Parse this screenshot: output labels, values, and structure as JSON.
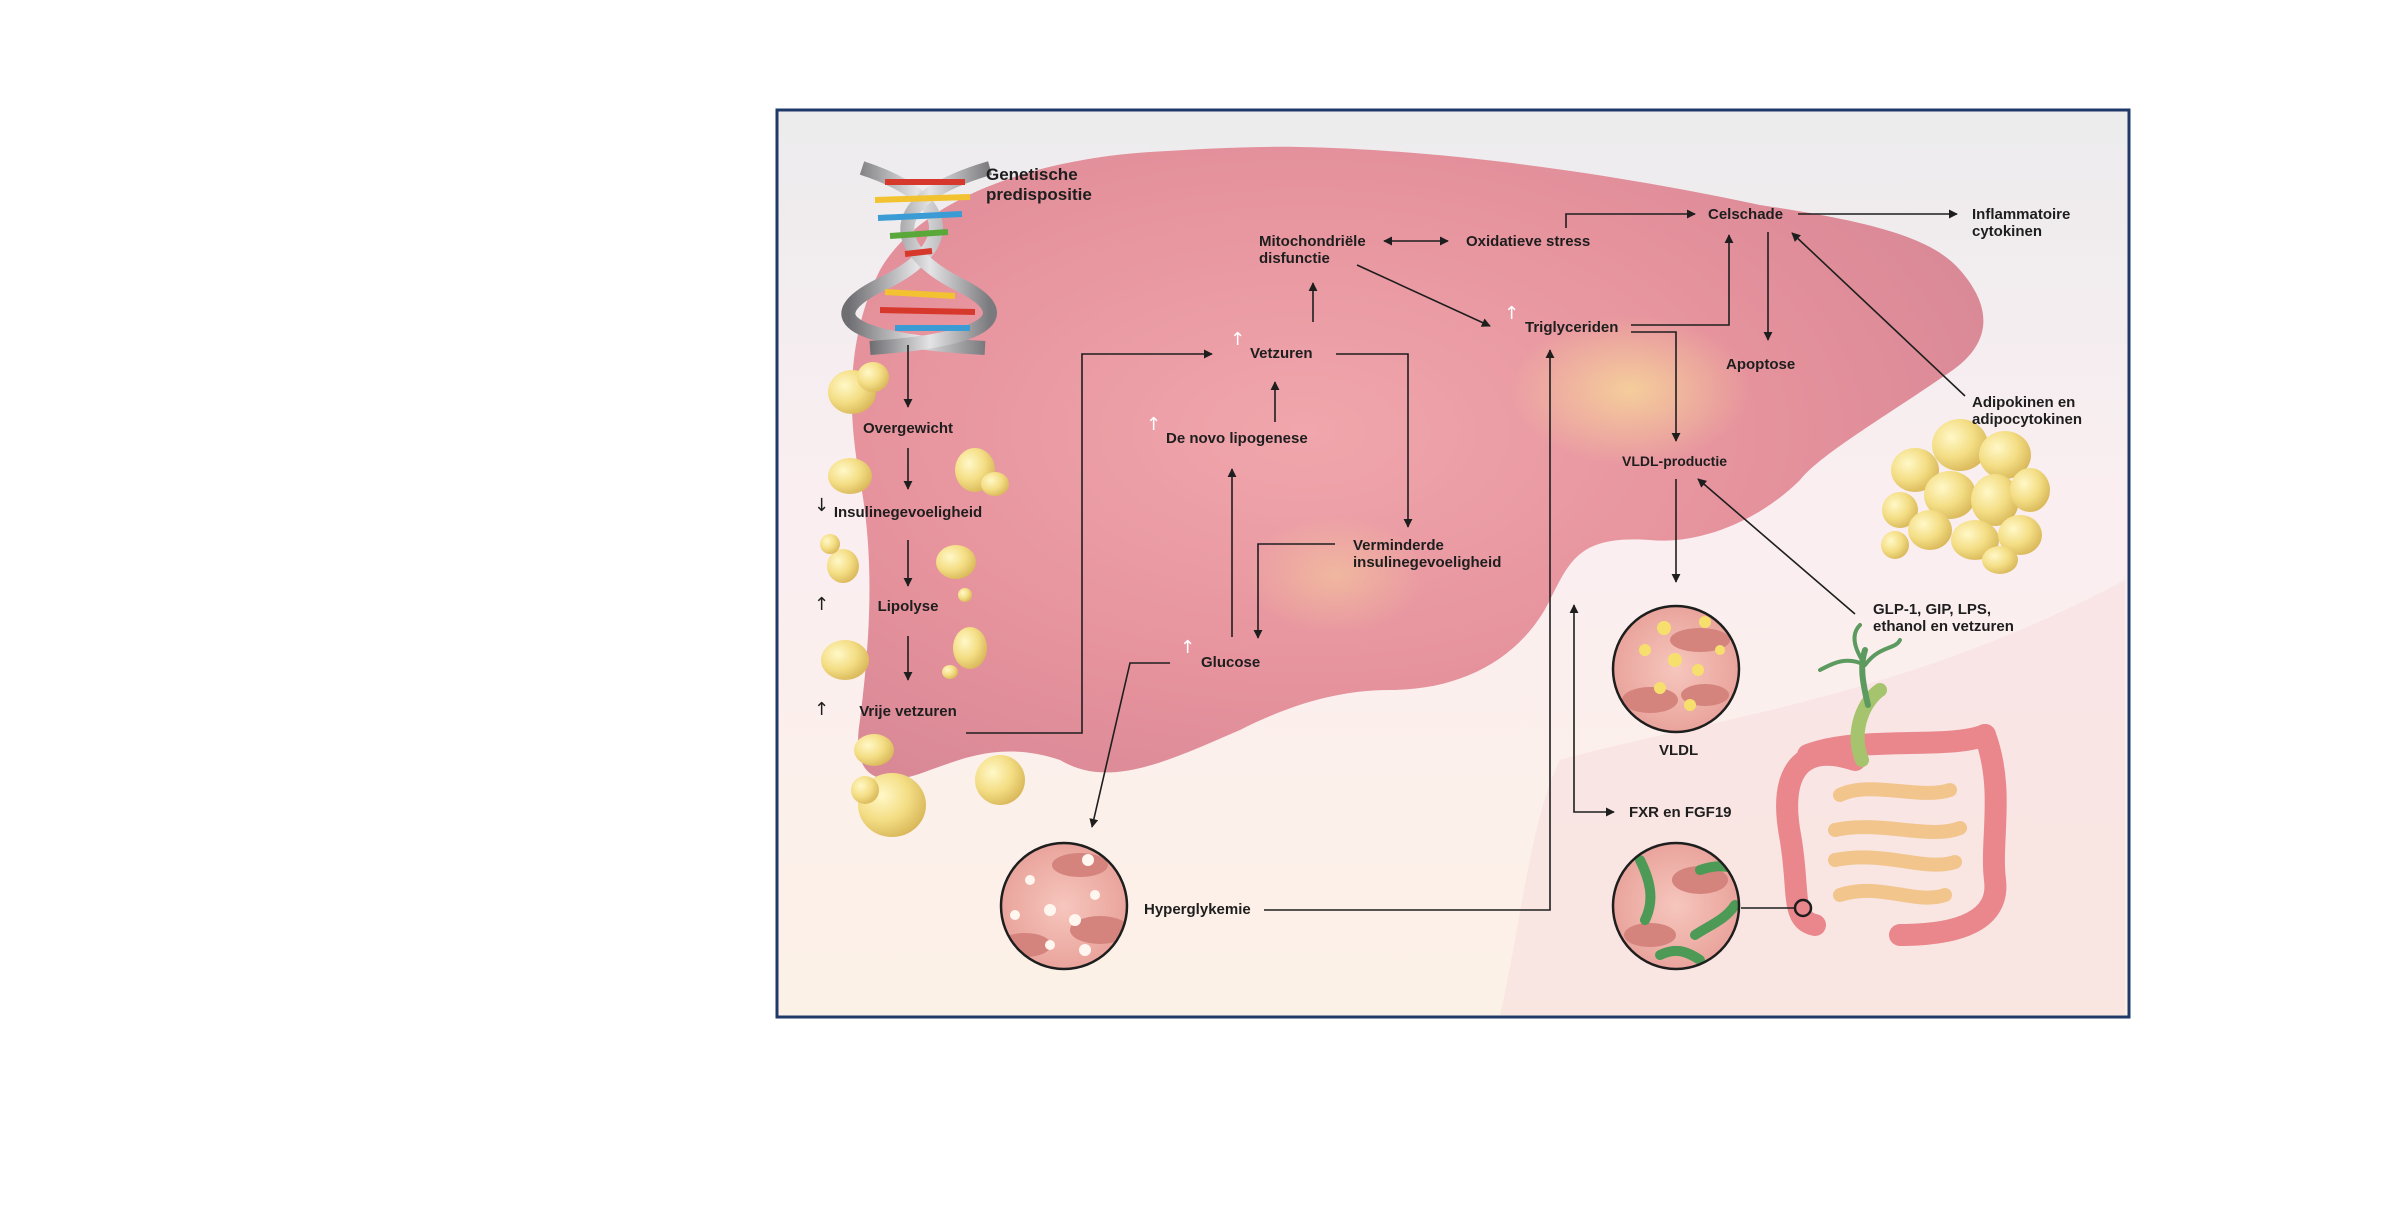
{
  "labels": {
    "genetic": "Genetische\npredispositie",
    "overweight": "Overgewicht",
    "insulin_sensitivity": "Insulinegevoeligheid",
    "lipolysis": "Lipolyse",
    "free_fatty_acids": "Vrije vetzuren",
    "mito": "Mitochondriële\ndisfunctie",
    "oxidative": "Oxidatieve stress",
    "cell_damage": "Celschade",
    "inflammatory": "Inflammatoire\ncytokinen",
    "fatty_acids": "Vetzuren",
    "triglycerides": "Triglyceriden",
    "apoptosis": "Apoptose",
    "adipokines": "Adipokinen en\nadipocytokinen",
    "lipogenesis": "De novo lipogenese",
    "vldl_production": "VLDL-productie",
    "reduced_insulin": "Verminderde\ninsulinegevoeligheid",
    "glucose": "Glucose",
    "vldl": "VLDL",
    "gut_factors": "GLP-1, GIP, LPS,\nethanol en vetzuren",
    "fxr": "FXR en FGF19",
    "hyperglycemia": "Hyperglykemie"
  },
  "markers": {
    "up": "↑",
    "down": "↓"
  },
  "colors": {
    "frame": "#1f3a68",
    "liver": "#e89aa3",
    "fat": "#f3dd82",
    "arrow": "#1e1e1e"
  }
}
